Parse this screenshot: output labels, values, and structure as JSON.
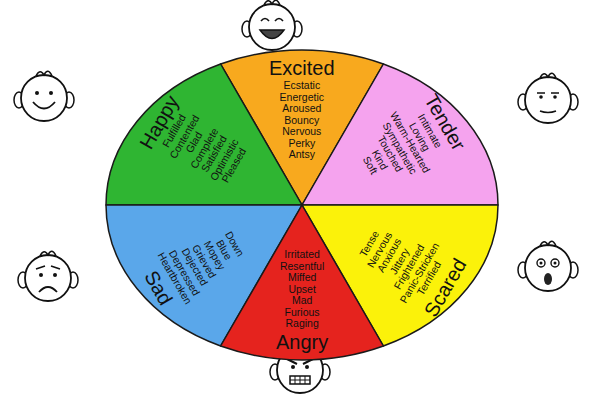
{
  "diagram": {
    "nodes": [
      {
        "text": [
          "Excited",
          "Ecstatic",
          "Energetic",
          "Aroused",
          "Bouncy",
          "Nervous",
          "Perky",
          "Antsy"
        ]
      },
      {
        "text": [
          "Happy",
          "Fulfilled",
          "Contented",
          "Glad",
          "Complete",
          "Satisfied",
          "Optimistic",
          "Pleased"
        ]
      },
      {
        "text": [
          "Tender",
          "Intimate",
          "Loving",
          "Warm-Hearted",
          "Sympathetic",
          "Touched",
          "Kind",
          "Soft"
        ]
      },
      {
        "text": [
          "Sad",
          "Down",
          "Blue",
          "Mopey",
          "Grieved",
          "Dejected",
          "Depressed",
          "Heartbroken"
        ]
      },
      {
        "text": [
          "Scared",
          "Tense",
          "Nervous",
          "Anxious",
          "Jittery",
          "Frightened",
          "Panic-Stricken",
          "Terrified"
        ]
      },
      {
        "text": [
          "Angry",
          "Irritated",
          "Resentful",
          "Miffed",
          "Upset",
          "Mad",
          "Furious",
          "Raging"
        ]
      }
    ]
  }
}
